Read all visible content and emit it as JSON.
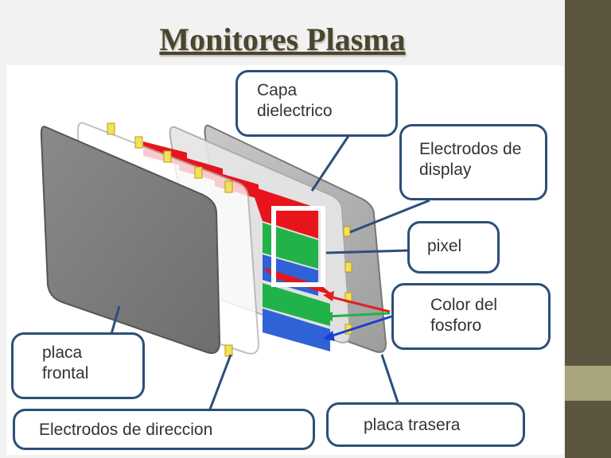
{
  "title": "Monitores Plasma",
  "callouts": {
    "capa": "Capa dielectrico",
    "electrodos_display": "Electrodos de display",
    "pixel": "pixel",
    "color": "Color del fosforo",
    "placa_frontal": "placa frontal",
    "electrodos_direccion": "Electrodos de direccion",
    "placa_trasera": "placa trasera"
  },
  "colors": {
    "sidebar": "#5c5540",
    "sidebar_band": "#a9a57c",
    "title": "#4a4530",
    "callout_border": "#2c4f7a",
    "phosphor_red": "#e8141c",
    "phosphor_green": "#22b24a",
    "phosphor_blue": "#2f62d6",
    "electrode_yellow": "#f2e15a"
  }
}
